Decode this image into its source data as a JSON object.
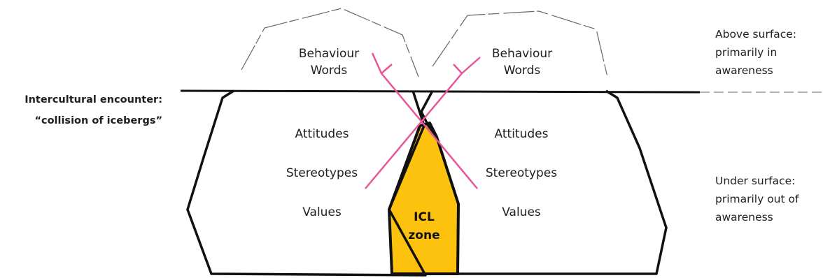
{
  "left_caption": {
    "line1": "Intercultural encounter:",
    "line2": "“collision of icebergs”"
  },
  "left_iceberg": {
    "above": [
      "Behaviour",
      "Words"
    ],
    "below": [
      "Attitudes",
      "Stereotypes",
      "Values"
    ]
  },
  "right_iceberg": {
    "above": [
      "Behaviour",
      "Words"
    ],
    "below": [
      "Attitudes",
      "Stereotypes",
      "Values"
    ]
  },
  "overlap_zone": {
    "line1": "ICL",
    "line2": "zone"
  },
  "surface_notes": {
    "above": {
      "line1": "Above surface:",
      "line2": "primarily in",
      "line3": "awareness"
    },
    "under": {
      "line1": "Under surface:",
      "line2": "primarily out of",
      "line3": "awareness"
    }
  },
  "colors": {
    "outline": "#111111",
    "accent": "#e8559b",
    "zone_fill": "#fcc20e",
    "text": "#1f1f1f"
  }
}
